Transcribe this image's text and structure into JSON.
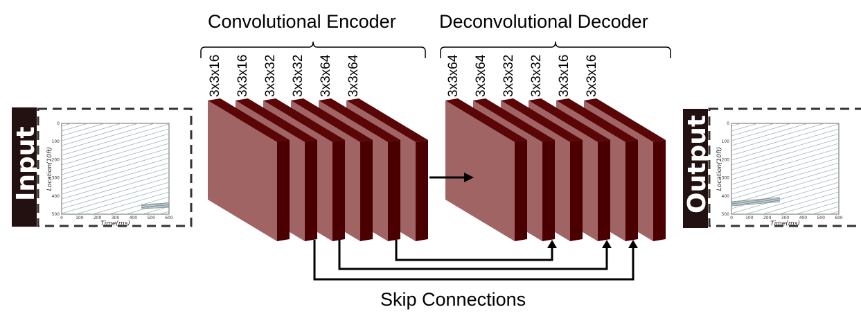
{
  "titles": {
    "encoder": "Convolutional Encoder",
    "decoder": "Deconvolutional Decoder",
    "skip": "Skip Connections"
  },
  "encoder_layers": [
    "3x3x16",
    "3x3x16",
    "3x3x32",
    "3x3x32",
    "3x3x64",
    "3x3x64"
  ],
  "decoder_layers": [
    "3x3x64",
    "3x3x64",
    "3x3x32",
    "3x3x32",
    "3x3x16",
    "3x3x16"
  ],
  "input": {
    "label": "Input",
    "xlabel": "Time(ms)",
    "ylabel": "Location(10ft)",
    "xticks": [
      "0",
      "100",
      "200",
      "300",
      "400",
      "500",
      "600"
    ],
    "yticks": [
      "0",
      "100",
      "200",
      "300",
      "400",
      "500"
    ]
  },
  "output": {
    "label": "Output",
    "xlabel": "Time(ms)",
    "ylabel": "Location(10ft)",
    "xticks": [
      "0",
      "100",
      "200",
      "300",
      "400",
      "500",
      "600"
    ],
    "yticks": [
      "0",
      "100",
      "200",
      "300",
      "400",
      "500"
    ]
  },
  "colors": {
    "block_front": "#a06464",
    "block_side": "#4a0000",
    "block_top": "#5a0606",
    "trajectory": "#9fb3b8"
  }
}
